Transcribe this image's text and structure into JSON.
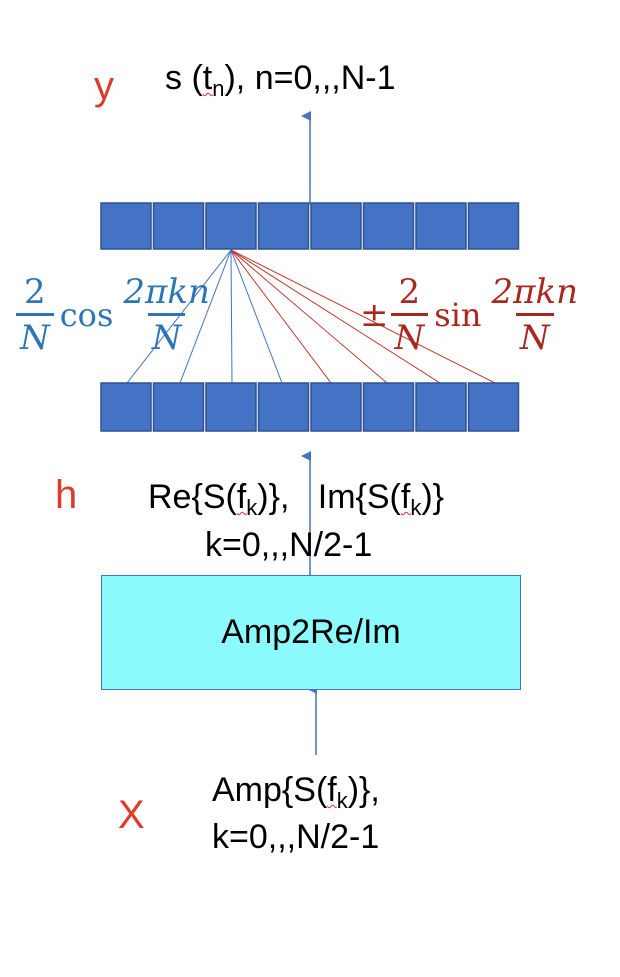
{
  "labels": {
    "y": "y",
    "h": "h",
    "x": "X"
  },
  "output": {
    "prefix": "s (",
    "var": "t",
    "sub": "n",
    "suffix": "),  n=0,,,N-1"
  },
  "middle": {
    "re_prefix": "Re{S(",
    "re_var": "f",
    "re_sub": "k",
    "re_suffix": ")},",
    "im_prefix": "Im{S(",
    "im_var": "f",
    "im_sub": "k",
    "im_suffix": ")}",
    "range": "k=0,,,N/2-1"
  },
  "box": {
    "label": "Amp2Re/Im"
  },
  "input": {
    "prefix": "Amp{S(",
    "var": "f",
    "sub": "k",
    "suffix": ")},",
    "range": "k=0,,,N/2-1"
  },
  "formula_cos": {
    "coef_num": "2",
    "coef_den": "N",
    "fn": "cos",
    "arg_num": "2πkn",
    "arg_den": "N"
  },
  "formula_sin": {
    "sign": "±",
    "coef_num": "2",
    "coef_den": "N",
    "fn": "sin",
    "arg_num": "2πkn",
    "arg_den": "N"
  },
  "layers": {
    "top_units": 8,
    "bottom_units": 8
  },
  "colors": {
    "node_fill": "#4472c4",
    "node_stroke": "#2f528f",
    "box_fill": "#8cfbfd",
    "blue_line": "#4472c4",
    "red_line": "#c0392b",
    "label_red": "#e03a2a",
    "cos_text": "#2e75b6",
    "sin_text": "#a8281e"
  }
}
